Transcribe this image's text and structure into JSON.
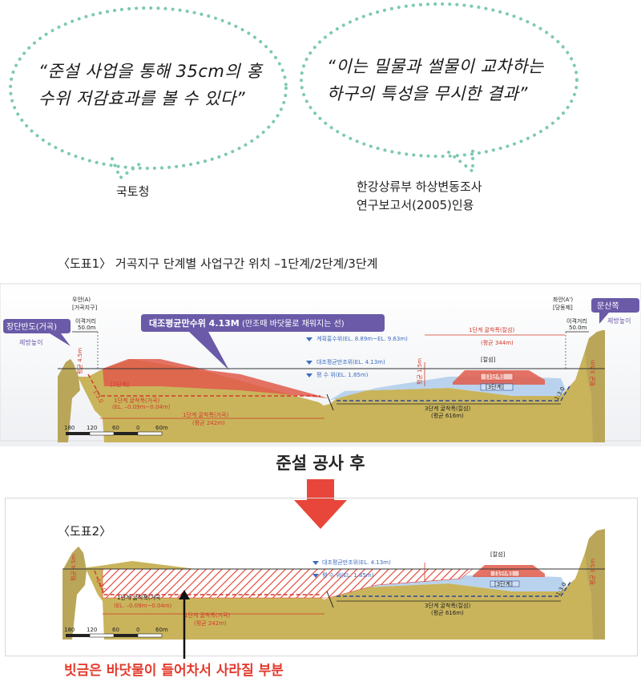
{
  "bubble_left": {
    "quote_line1": "“준설 사업을 통해 35cm의 홍",
    "quote_line2": "수위 저감효과를 볼 수 있다”",
    "source": "국토청"
  },
  "bubble_right": {
    "quote_line1": "“이는 밀물과 썰물이 교차하는",
    "quote_line2": "하구의 특성을 무시한 결과”",
    "source_line1": "한강상류부 하상변동조사",
    "source_line2": "연구보고서(2005)인용"
  },
  "figure1": {
    "caption": "〈도표1〉 거곡지구 단계별 사업구간 위치 –1단계/2단계/3단계",
    "left_bank": "우안(A)",
    "left_bank_sub": "[거곡지구]",
    "right_bank": "좌안(A')",
    "right_bank_sub": "[당동제]",
    "offset_left": "이격거리",
    "offset_left_val": "50.0m",
    "offset_right": "이격거리",
    "offset_right_val": "50.0m",
    "callout_left_title": "장단반도(거곡)",
    "callout_left_sub": "제방높이",
    "callout_right_title": "문산쪽",
    "callout_right_sub": "제방높이",
    "callout_center_bold": "대조평균만수위 4.13M",
    "callout_center_rest": " (만조때 바닷물로 채워지는 선)",
    "line_design_flood": "계획홍수위(EL. 8.89m~EL. 9.63m)",
    "line_high_tide": "대조평균만조위(EL. 4.13m)",
    "line_normal": "평 수 위(EL. 1.85m)",
    "label_stage1_top": "1단계 굴착폭(칼섬)",
    "label_stage1_top_avg": "(평균 344m)",
    "label_kalseom": "[칼섬]",
    "label_stage1_box": "[1단계]",
    "label_stage3_box": "[3단계]",
    "label_stage1_left_box": "[1단계]",
    "label_stage1_left_exc": "1단계 굴착폭(거곡)",
    "label_el_left": "(EL. –0.09m~0.04m)",
    "label_stage1_bottom": "1단계 굴착폭(거곡)",
    "label_stage1_bottom_avg": "(평균 242m)",
    "label_stage3_bottom": "3단계 굴착폭(칼섬)",
    "label_stage3_bottom_avg": "(평균 616m)",
    "label_h_left": "평균 4.5m",
    "label_h_right": "평균 3.5m",
    "label_h_mid": "평균 1.5m",
    "slope_left": "1:3.0",
    "slope_right": "1:3.0",
    "scale_ticks": [
      "180",
      "120",
      "60",
      "0",
      "60m"
    ]
  },
  "after_label": "준설 공사 후",
  "figure2": {
    "caption": "〈도표2〉",
    "line_high_tide": "대조평균만조위(EL. 4.13m)",
    "line_normal": "평 수 위(EL. 1.85m)",
    "label_kalseom": "[칼섬]",
    "label_stage1_box": "[1단계]",
    "label_stage3_box": "[3단계]",
    "label_stage1_left_exc": "1단계 굴착폭(거곡",
    "label_el_left": "(EL. –0.09m~0.04m)",
    "label_stage1_bottom": "1단계 굴착폭(거곡)",
    "label_stage1_bottom_avg": "(평균 242m)",
    "label_stage3_bottom": "3단계 굴착폭(칼섬)",
    "label_stage3_bottom_avg": "(평균 616m)",
    "label_h_left": "평균 4.5m",
    "label_h_right": "평균 3.5m",
    "slope_left": "1:3.0",
    "slope_right": "1:3.0",
    "scale_ticks": [
      "180",
      "120",
      "60",
      "0",
      "60m"
    ]
  },
  "note": "빗금은 바닷물이 들어차서 사라질 부분",
  "colors": {
    "dotted_border": "#7ec9b4",
    "callout_purple": "#6a5aa8",
    "arrow_red": "#e8463a",
    "note_red": "#e33b2e",
    "ground": "#c9b45c",
    "sky": "#f2f2f2",
    "water": "#b9d3ee",
    "dredge_red": "#e05a4a"
  }
}
